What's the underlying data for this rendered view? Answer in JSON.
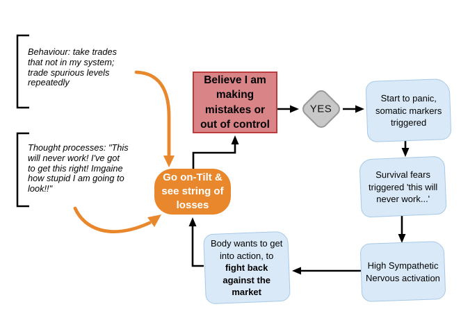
{
  "colors": {
    "orange": "#e8872b",
    "red-fill": "#d98487",
    "red-border": "#bd3a3d",
    "blue-fill": "#d9e9f7",
    "blue-border": "#a6c8e8",
    "gray-fill": "#c8c8c8",
    "gray-border": "#989898",
    "ink": "#000000"
  },
  "annotations": {
    "behaviour": {
      "lines": [
        "Behaviour: take trades",
        "that not in my system;",
        "trade spurious levels",
        "repeatedly"
      ]
    },
    "thoughts": {
      "lines": [
        "Thought processes: \"This",
        "will never work! I've got",
        "to get this right! Imgaine",
        "how stupid I am going to",
        "look!!\""
      ]
    }
  },
  "nodes": {
    "believe": {
      "lines": [
        "Believe I am",
        "making",
        "mistakes or",
        "out of control"
      ]
    },
    "decision": {
      "label": "YES"
    },
    "panic": {
      "lines": [
        "Start to panic,",
        "somatic markers",
        "triggered"
      ]
    },
    "survival": {
      "lines": [
        "Survival fears",
        "triggered 'this will",
        "never work...'"
      ]
    },
    "sympathetic": {
      "lines": [
        "High Sympathetic",
        "Nervous activation"
      ]
    },
    "body": {
      "lines_regular": [
        "Body wants to get",
        "into action, to"
      ],
      "lines_bold": [
        "fight back",
        "against the",
        "market"
      ]
    },
    "tilt": {
      "lines": [
        "Go on-Tilt &",
        "see string of",
        "losses"
      ]
    }
  }
}
